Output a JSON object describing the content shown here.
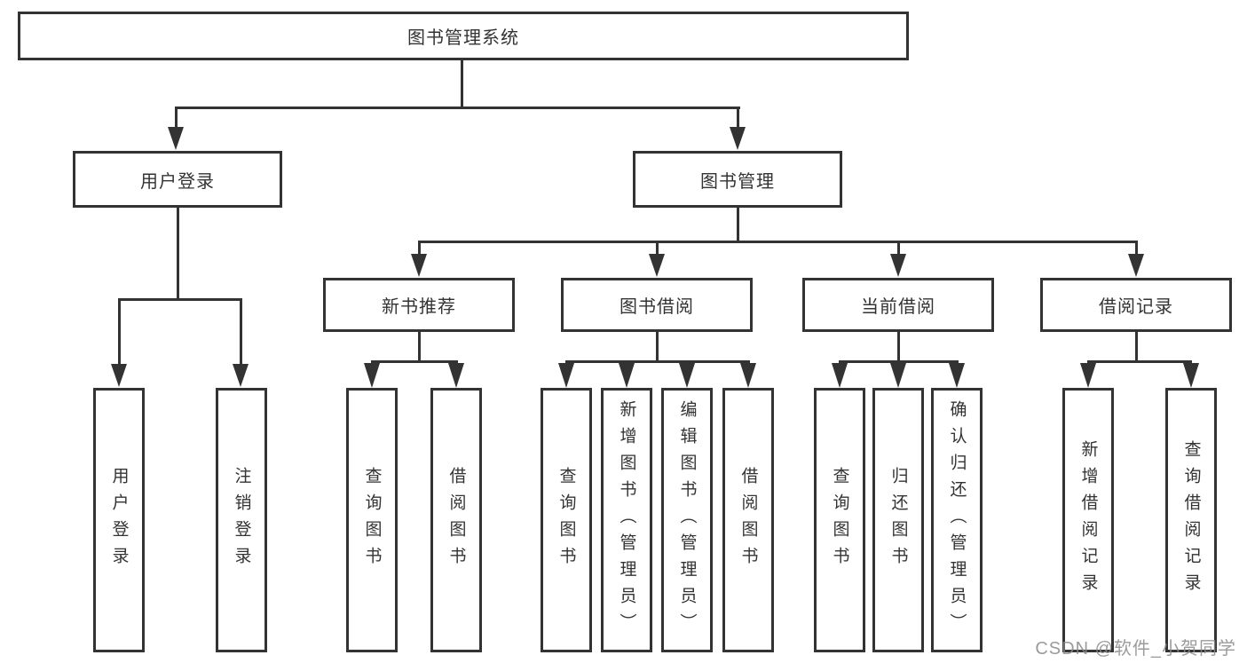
{
  "tree": {
    "root": {
      "label": "图书管理系统",
      "children": [
        {
          "label": "用户登录",
          "children": [
            {
              "label": "用户登录"
            },
            {
              "label": "注销登录"
            }
          ]
        },
        {
          "label": "图书管理",
          "children": [
            {
              "label": "新书推荐",
              "children": [
                {
                  "label": "查询图书"
                },
                {
                  "label": "借阅图书"
                }
              ]
            },
            {
              "label": "图书借阅",
              "children": [
                {
                  "label": "查询图书"
                },
                {
                  "label": "新增图书（管理员）"
                },
                {
                  "label": "编辑图书（管理员）"
                },
                {
                  "label": "借阅图书"
                }
              ]
            },
            {
              "label": "当前借阅",
              "children": [
                {
                  "label": "查询图书"
                },
                {
                  "label": "归还图书"
                },
                {
                  "label": "确认归还（管理员）"
                }
              ]
            },
            {
              "label": "借阅记录",
              "children": [
                {
                  "label": "新增借阅记录"
                },
                {
                  "label": "查询借阅记录"
                }
              ]
            }
          ]
        }
      ]
    }
  },
  "watermark": {
    "text": "CSDN @软件_小贺同学"
  },
  "colors": {
    "line": "#333333",
    "text": "#333333",
    "background": "#ffffff",
    "watermark": "#8a8a8a"
  }
}
